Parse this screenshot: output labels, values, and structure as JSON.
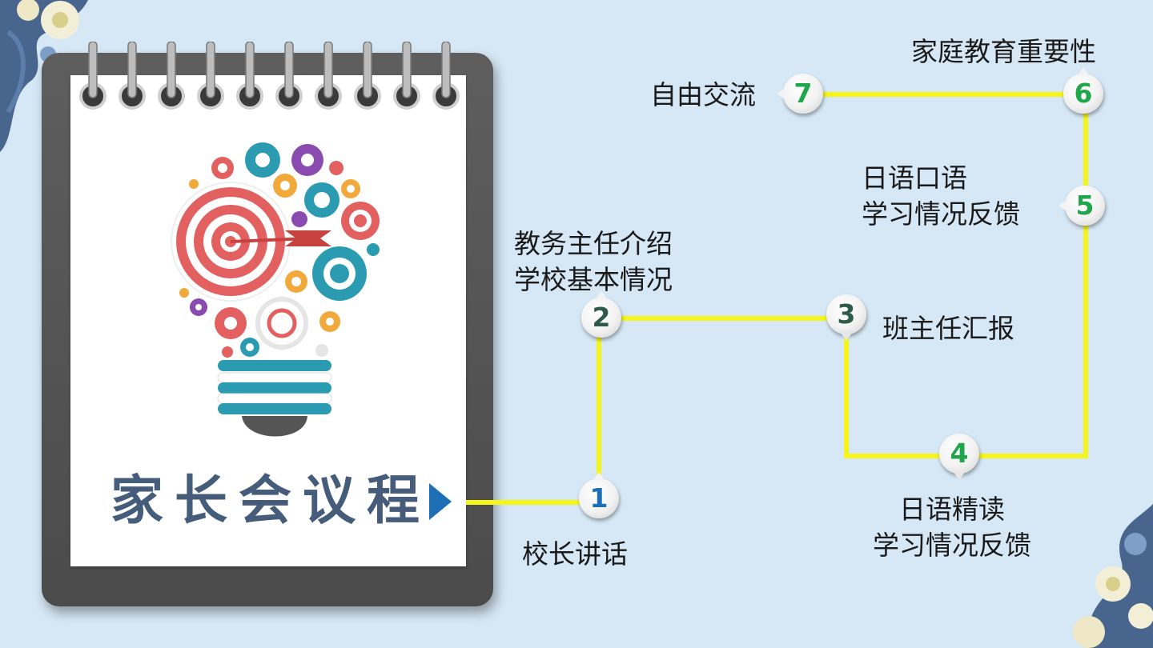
{
  "title": "家长会议程",
  "colors": {
    "background": "#d6e8f5",
    "title": "#455d7a",
    "connector": "#f5f51a",
    "node_blue": "#1f6fb5",
    "node_dark_green": "#2e5a4a",
    "node_green": "#1fa64a",
    "arrow": "#1f6fb5"
  },
  "steps": [
    {
      "number": "1",
      "label_lines": [
        "校长讲话"
      ]
    },
    {
      "number": "2",
      "label_lines": [
        "教务主任介绍",
        "学校基本情况"
      ]
    },
    {
      "number": "3",
      "label_lines": [
        "班主任汇报"
      ]
    },
    {
      "number": "4",
      "label_lines": [
        "日语精读",
        "学习情况反馈"
      ]
    },
    {
      "number": "5",
      "label_lines": [
        "日语口语",
        "学习情况反馈"
      ]
    },
    {
      "number": "6",
      "label_lines": [
        "家庭教育重要性"
      ]
    },
    {
      "number": "7",
      "label_lines": [
        "自由交流"
      ]
    }
  ],
  "icons": [
    "flower-decoration-icon",
    "spiral-ring-icon",
    "lightbulb-gears-icon",
    "target-icon",
    "play-arrow-icon"
  ]
}
